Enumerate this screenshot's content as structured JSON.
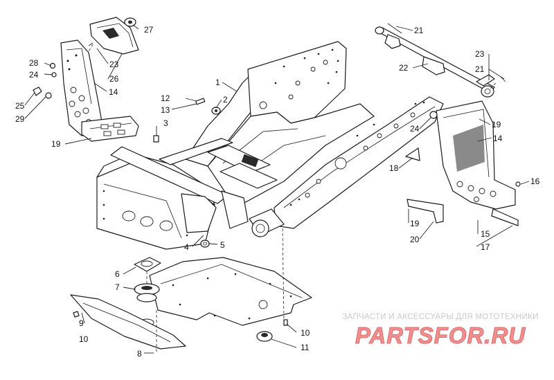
{
  "diagram": {
    "callouts": [
      {
        "id": "c27",
        "label": "27"
      },
      {
        "id": "c21a",
        "label": "21"
      },
      {
        "id": "c28",
        "label": "28"
      },
      {
        "id": "c23a",
        "label": "23"
      },
      {
        "id": "c24a",
        "label": "24"
      },
      {
        "id": "c26",
        "label": "26"
      },
      {
        "id": "c1",
        "label": "1"
      },
      {
        "id": "c22",
        "label": "22"
      },
      {
        "id": "c23b",
        "label": "23"
      },
      {
        "id": "c21b",
        "label": "21"
      },
      {
        "id": "c14a",
        "label": "14"
      },
      {
        "id": "c12",
        "label": "12"
      },
      {
        "id": "c2",
        "label": "2"
      },
      {
        "id": "c25",
        "label": "25"
      },
      {
        "id": "c13",
        "label": "13"
      },
      {
        "id": "c29",
        "label": "29"
      },
      {
        "id": "c3",
        "label": "3"
      },
      {
        "id": "c19a",
        "label": "19"
      },
      {
        "id": "c24b",
        "label": "24"
      },
      {
        "id": "c19b",
        "label": "19"
      },
      {
        "id": "c14b",
        "label": "14"
      },
      {
        "id": "c18",
        "label": "18"
      },
      {
        "id": "c16",
        "label": "16"
      },
      {
        "id": "c19c",
        "label": "19"
      },
      {
        "id": "c15",
        "label": "15"
      },
      {
        "id": "c20",
        "label": "20"
      },
      {
        "id": "c17",
        "label": "17"
      },
      {
        "id": "c4",
        "label": "4"
      },
      {
        "id": "c5",
        "label": "5"
      },
      {
        "id": "c6",
        "label": "6"
      },
      {
        "id": "c7",
        "label": "7"
      },
      {
        "id": "c9",
        "label": "9"
      },
      {
        "id": "c10a",
        "label": "10"
      },
      {
        "id": "c10b",
        "label": "10"
      },
      {
        "id": "c11",
        "label": "11"
      },
      {
        "id": "c8",
        "label": "8"
      }
    ]
  },
  "watermark": {
    "tagline": "ЗАПЧАСТИ И АКСЕССУАРЫ ДЛЯ МОТОТЕХНИКИ",
    "logo_text": "PARTSFOR.RU"
  }
}
